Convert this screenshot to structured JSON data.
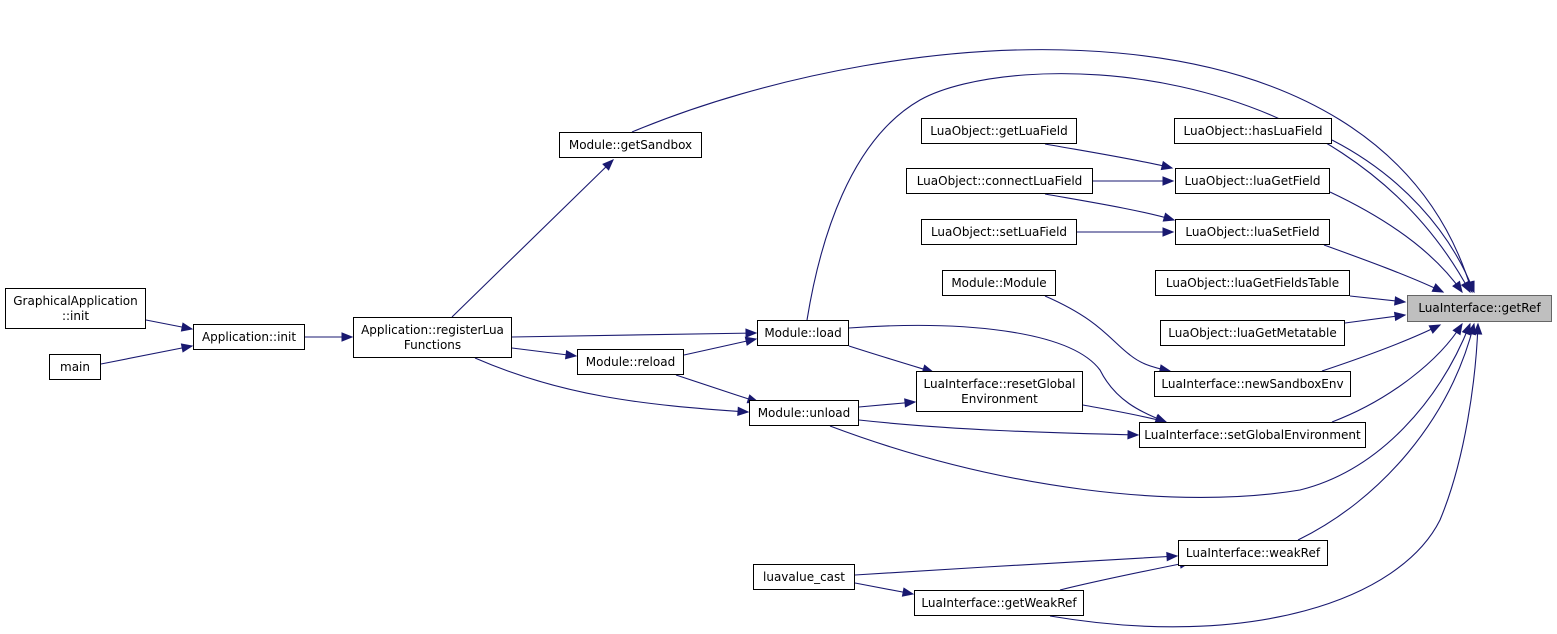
{
  "graph": {
    "title": "",
    "colors": {
      "edge": "#191970",
      "node_border": "#000000",
      "root_fill": "#bfbfbf"
    },
    "nodes": {
      "getRef": "LuaInterface::getRef",
      "hasLuaField": "LuaObject::hasLuaField",
      "getLuaField": "LuaObject::getLuaField",
      "luaGetField": "LuaObject::luaGetField",
      "connectLuaField": "LuaObject::connectLuaField",
      "setLuaField": "LuaObject::setLuaField",
      "luaSetField": "LuaObject::luaSetField",
      "getSandbox": "Module::getSandbox",
      "moduleCtor": "Module::Module",
      "luaGetFieldsTable": "LuaObject::luaGetFieldsTable",
      "luaGetMetatable": "LuaObject::luaGetMetatable",
      "graphicalInit": "GraphicalApplication\n::init",
      "appInit": "Application::init",
      "registerLua": "Application::registerLua\nFunctions",
      "moduleLoad": "Module::load",
      "mainFn": "main",
      "moduleReload": "Module::reload",
      "resetGlobal": "LuaInterface::resetGlobal\nEnvironment",
      "newSandboxEnv": "LuaInterface::newSandboxEnv",
      "moduleUnload": "Module::unload",
      "setGlobalEnv": "LuaInterface::setGlobalEnvironment",
      "weakRef": "LuaInterface::weakRef",
      "luavalueCast": "luavalue_cast",
      "getWeakRef": "LuaInterface::getWeakRef"
    }
  }
}
